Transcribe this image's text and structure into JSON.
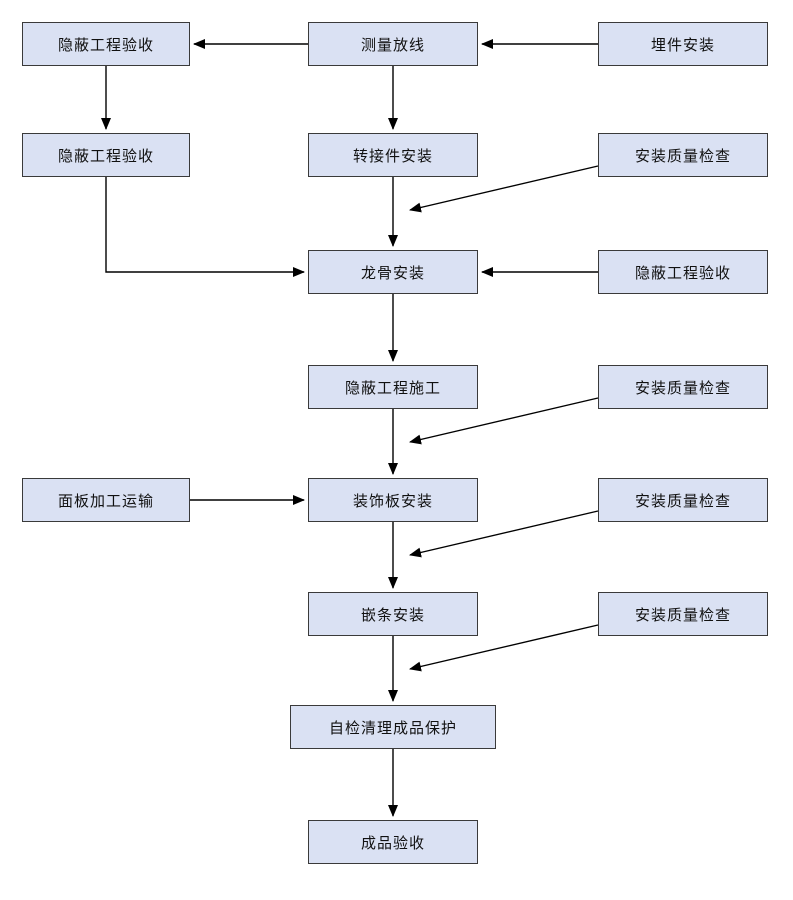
{
  "diagram": {
    "type": "flowchart",
    "colors": {
      "node_fill": "#dae1f3",
      "node_border": "#3a3a3a",
      "arrow": "#000000",
      "background": "#ffffff"
    },
    "nodes": {
      "l1": {
        "label": "隐蔽工程验收"
      },
      "l2": {
        "label": "隐蔽工程验收"
      },
      "l3": {
        "label": "面板加工运输"
      },
      "c1": {
        "label": "测量放线"
      },
      "c2": {
        "label": "转接件安装"
      },
      "c3": {
        "label": "龙骨安装"
      },
      "c4": {
        "label": "隐蔽工程施工"
      },
      "c5": {
        "label": "装饰板安装"
      },
      "c6": {
        "label": "嵌条安装"
      },
      "c7": {
        "label": "自检清理成品保护"
      },
      "c8": {
        "label": "成品验收"
      },
      "r1": {
        "label": "埋件安装"
      },
      "r2": {
        "label": "安装质量检查"
      },
      "r3": {
        "label": "隐蔽工程验收"
      },
      "r4": {
        "label": "安装质量检查"
      },
      "r5": {
        "label": "安装质量检查"
      },
      "r6": {
        "label": "安装质量检查"
      }
    },
    "edges": [
      {
        "from": "r1",
        "to": "c1"
      },
      {
        "from": "c1",
        "to": "l1"
      },
      {
        "from": "l1",
        "to": "l2"
      },
      {
        "from": "c1",
        "to": "c2"
      },
      {
        "from": "c2",
        "to": "c3"
      },
      {
        "from": "r2",
        "to": "c3"
      },
      {
        "from": "l2",
        "to": "c3"
      },
      {
        "from": "r3",
        "to": "c3"
      },
      {
        "from": "c3",
        "to": "c4"
      },
      {
        "from": "c4",
        "to": "c5"
      },
      {
        "from": "r4",
        "to": "c5"
      },
      {
        "from": "l3",
        "to": "c5"
      },
      {
        "from": "c5",
        "to": "c6"
      },
      {
        "from": "r5",
        "to": "c6"
      },
      {
        "from": "c6",
        "to": "c7"
      },
      {
        "from": "r6",
        "to": "c7"
      },
      {
        "from": "c7",
        "to": "c8"
      }
    ]
  }
}
